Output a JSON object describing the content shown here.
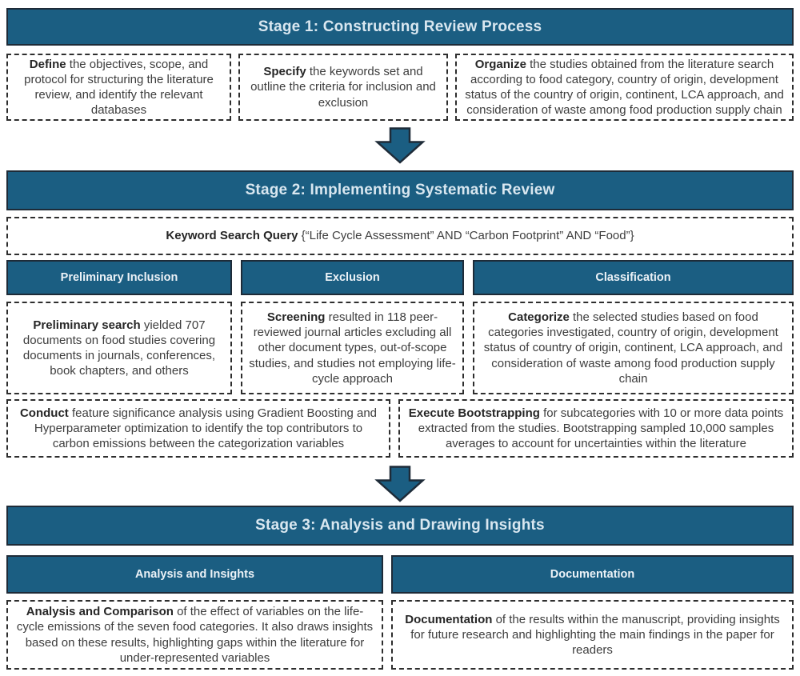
{
  "colors": {
    "teal": "#1B5E82",
    "dark_border": "#1E2B38",
    "header_text": "#D9E7F0",
    "body_text": "#3D3D3D"
  },
  "stage1": {
    "title": "Stage 1: Constructing Review Process",
    "boxes": [
      {
        "lead": "Define",
        "rest": " the objectives, scope, and protocol for structuring the literature review, and identify the relevant databases"
      },
      {
        "lead": "Specify",
        "rest": " the keywords set and outline the criteria for inclusion and exclusion"
      },
      {
        "lead": "Organize",
        "rest": " the studies obtained from the literature search according to food category, country of origin, development status of the country of origin, continent, LCA approach, and consideration of waste among food production supply chain"
      }
    ]
  },
  "stage2": {
    "title": "Stage 2: Implementing Systematic Review",
    "keyword_query": {
      "lead": "Keyword Search Query",
      "rest": " {“Life Cycle Assessment” AND “Carbon Footprint” AND “Food”}"
    },
    "columns": [
      {
        "header": "Preliminary Inclusion",
        "lead": "Preliminary search",
        "rest": " yielded 707 documents on food studies covering documents in journals, conferences, book chapters, and others"
      },
      {
        "header": "Exclusion",
        "lead": "Screening",
        "rest": " resulted in 118 peer-reviewed journal articles excluding all other document types, out-of-scope studies, and studies not employing life-cycle approach"
      },
      {
        "header": "Classification",
        "lead": "Categorize",
        "rest": " the selected studies based on food categories investigated, country of origin, development status of country of origin, continent, LCA approach, and consideration of waste among food production supply chain"
      }
    ],
    "bottom_boxes": [
      {
        "lead": "Conduct",
        "rest": " feature significance analysis using Gradient Boosting and Hyperparameter optimization to identify the top contributors to carbon emissions between the categorization variables"
      },
      {
        "lead": "Execute Bootstrapping",
        "rest": " for subcategories with 10 or more data points extracted from the studies. Bootstrapping sampled 10,000 samples averages to account for uncertainties within the literature"
      }
    ]
  },
  "stage3": {
    "title": "Stage 3: Analysis and Drawing Insights",
    "columns": [
      {
        "header": "Analysis and Insights",
        "lead": "Analysis and Comparison",
        "rest": " of the effect of variables on the life-cycle emissions of the seven food categories. It also draws insights based on these results, highlighting gaps within the literature for under-represented variables"
      },
      {
        "header": "Documentation",
        "lead": "Documentation",
        "rest": " of the results within the manuscript, providing insights for future research and highlighting the main findings in the paper for readers"
      }
    ]
  }
}
